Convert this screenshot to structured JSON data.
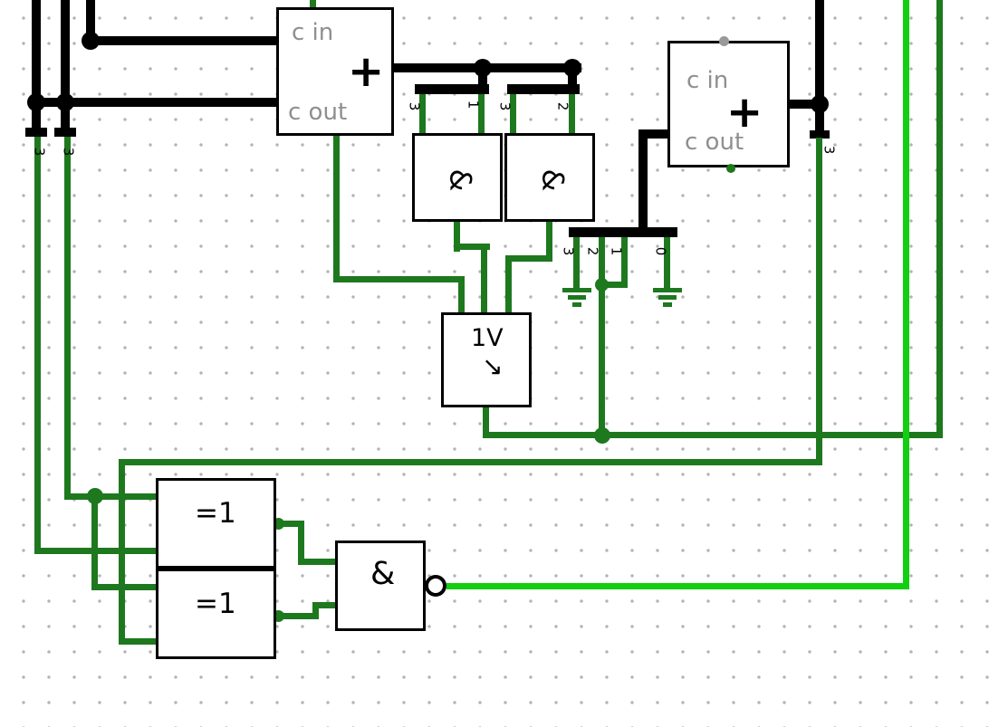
{
  "app": {
    "name": "logic-circuit-editor"
  },
  "colors": {
    "bus_wire": "#000000",
    "wire_low": "#1e781e",
    "wire_high": "#12cf12",
    "component_label_gray": "#8f8f8f",
    "grid_dot": "#b3b3b3"
  },
  "components": {
    "adder1": {
      "pin_top": "c in",
      "operator": "+",
      "pin_bottom": "c out"
    },
    "adder2": {
      "pin_top": "c in",
      "operator": "+",
      "pin_bottom": "c out"
    },
    "and_gate1": {
      "label": "&"
    },
    "and_gate2": {
      "label": "&"
    },
    "mux": {
      "label": "1V",
      "arrow": "↘"
    },
    "xor_gate1": {
      "label": "=1"
    },
    "xor_gate2": {
      "label": "=1"
    },
    "nand_gate": {
      "label": "&"
    }
  },
  "splitter_pin_labels": {
    "left_bus1": "3",
    "left_bus2": "3",
    "right_bus": "3",
    "bar1_pin_a": "3",
    "bar1_pin_b": "1",
    "bar2_pin_a": "3",
    "bar2_pin_b": "2",
    "bar4_pin_a": "3",
    "bar4_pin_b": "2",
    "bar4_pin_c": "1",
    "bar4_pin_d": "0"
  }
}
